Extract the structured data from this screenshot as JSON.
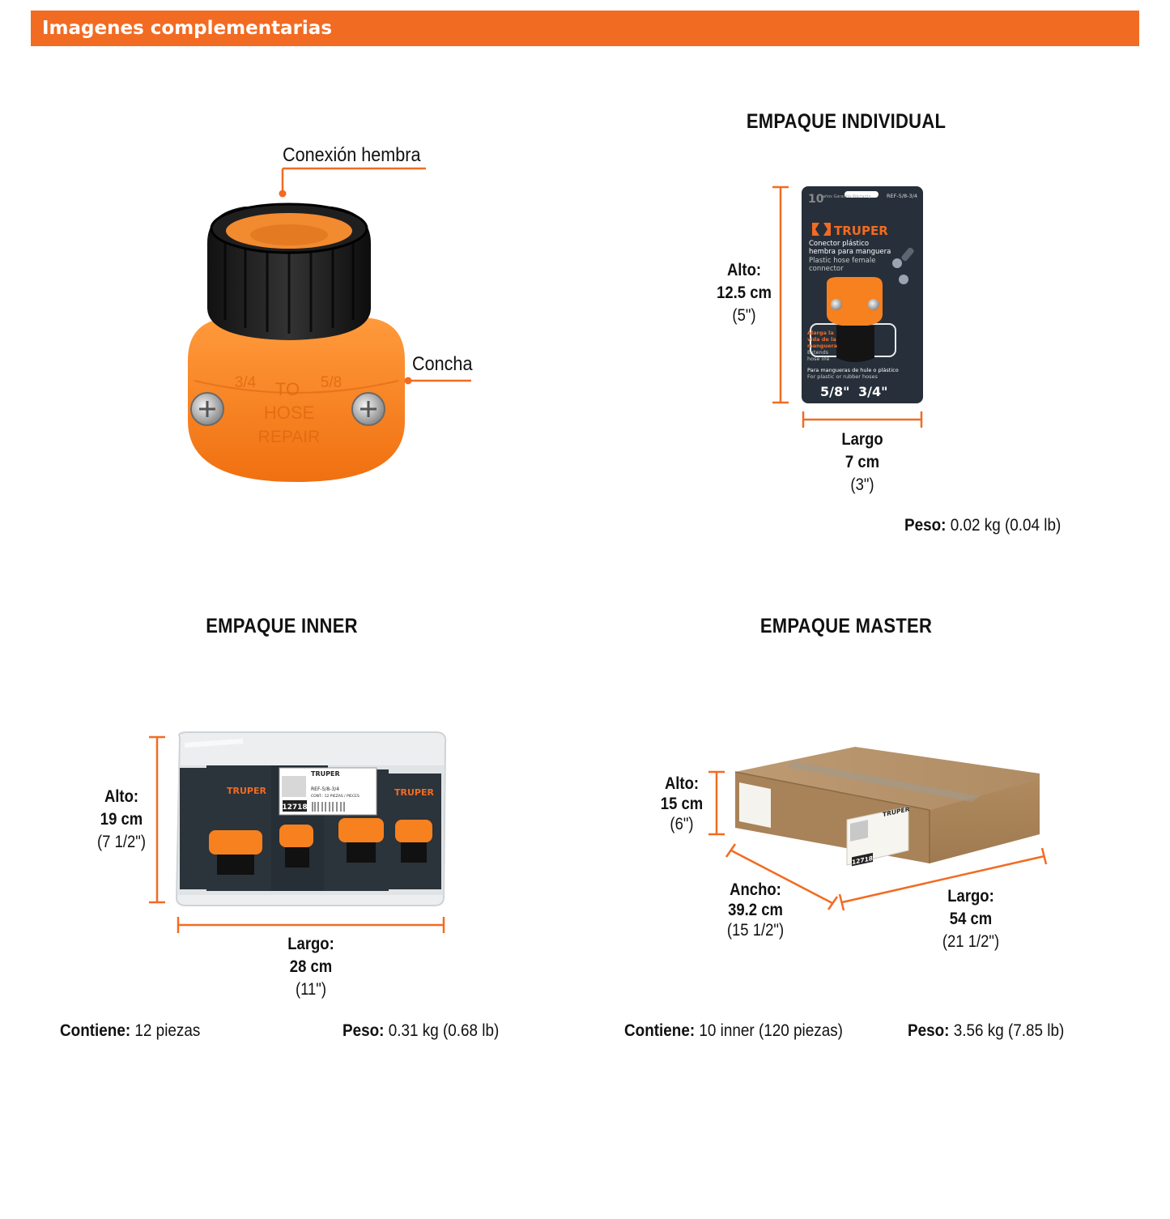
{
  "header": {
    "title": "Imagenes complementarias"
  },
  "colors": {
    "accent": "#f26b22",
    "product_orange": "#f7801f",
    "dark": "#1c1c1c"
  },
  "product": {
    "callouts": {
      "top": "Conexión hembra",
      "side": "Concha"
    },
    "molded_text": [
      "3/4",
      "TO",
      "5/8",
      "HOSE",
      "REPAIR"
    ]
  },
  "individual": {
    "title": "EMPAQUE INDIVIDUAL",
    "alto": {
      "label": "Alto:",
      "metric": "12.5 cm",
      "imperial": "(5\")"
    },
    "largo": {
      "label": "Largo",
      "metric": "7 cm",
      "imperial": "(3\")"
    },
    "peso": {
      "label": "Peso:",
      "value": "0.02 kg (0.04 lb)"
    },
    "card": {
      "warranty_years": "10",
      "warranty_text": "años Garantía Warranty",
      "ref": "REF-5/8-3/4",
      "brand": "TRUPER",
      "desc_es_1": "Conector plástico",
      "desc_es_2": "hembra para manguera",
      "desc_en_1": "Plastic hose female",
      "desc_en_2": "connector",
      "benefit_1": "Alarga la",
      "benefit_2": "vida de la",
      "benefit_3": "manguera",
      "benefit_4": "Extends",
      "benefit_5": "hose life",
      "footer_es": "Para mangueras de hule o plástico",
      "footer_en": "For plastic or rubber hoses",
      "from_size": "5/8\"",
      "to_size": "3/4\""
    }
  },
  "inner": {
    "title": "EMPAQUE INNER",
    "alto": {
      "label": "Alto:",
      "metric": "19 cm",
      "imperial": "(7 1/2\")"
    },
    "largo": {
      "label": "Largo:",
      "metric": "28 cm",
      "imperial": "(11\")"
    },
    "contiene": {
      "label": "Contiene:",
      "value": "12 piezas"
    },
    "peso": {
      "label": "Peso:",
      "value": "0.31 kg (0.68 lb)"
    },
    "bag_label": {
      "brand": "TRUPER",
      "ref": "REF-5/8-3/4",
      "count": "CONT.: 12 PIEZAS / PIECES",
      "code": "12718"
    }
  },
  "master": {
    "title": "EMPAQUE MASTER",
    "alto": {
      "label": "Alto:",
      "metric": "15 cm",
      "imperial": "(6\")"
    },
    "ancho": {
      "label": "Ancho:",
      "metric": "39.2 cm",
      "imperial": "(15 1/2\")"
    },
    "largo": {
      "label": "Largo:",
      "metric": "54 cm",
      "imperial": "(21 1/2\")"
    },
    "contiene": {
      "label": "Contiene:",
      "value": "10 inner (120 piezas)"
    },
    "peso": {
      "label": "Peso:",
      "value": "3.56 kg (7.85 lb)"
    },
    "box_label": {
      "brand": "TRUPER",
      "code": "12718"
    }
  }
}
